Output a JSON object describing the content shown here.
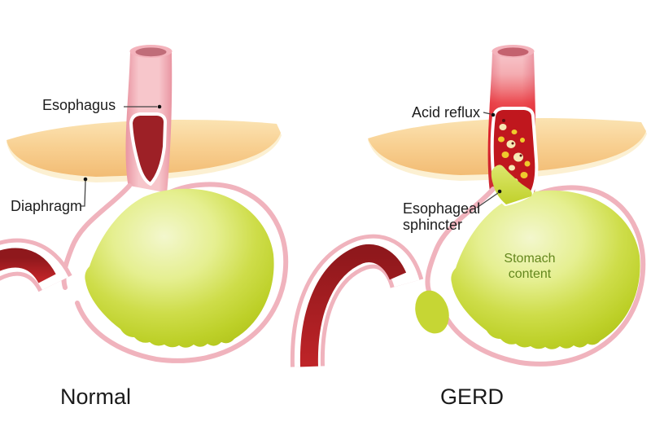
{
  "normal_panel": {
    "caption": "Normal",
    "esophagus_label": "Esophagus",
    "diaphragm_label": "Diaphragm"
  },
  "gerd_panel": {
    "caption": "GERD",
    "acid_reflux_label": "Acid reflux",
    "sphincter_label": "Esophageal sphincter",
    "stomach_content_label": "Stomach content"
  },
  "colors": {
    "esophagus_pink": "#f7c6cb",
    "esophagus_edge_pink": "#e995a2",
    "esophagus_opening": "#c06d79",
    "stomach_wall_pink": "#f0b3bd",
    "stomach_content_green": "#cedd4a",
    "stomach_content_highlight": "#f3f7cd",
    "closed_sphincter_dark_red": "#9d2026",
    "reflux_red": "#c0171e",
    "reflux_glow": "#e31e23",
    "acid_droplet_yellow": "#efca2d",
    "acid_droplet_cream": "#f6e9b4",
    "duodenum_red": "#a81e22",
    "diaphragm_tan": "#f8cf90",
    "diaphragm_cream": "#fcf0d2",
    "label_text": "#1c1c1c",
    "green_text": "#64871d",
    "background": "#ffffff"
  }
}
